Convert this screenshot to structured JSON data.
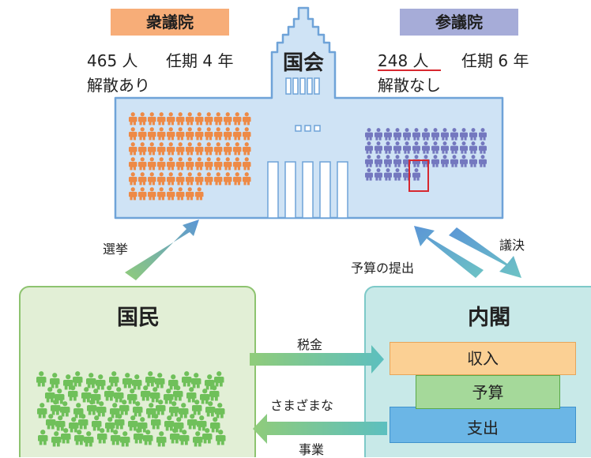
{
  "diet": {
    "title": "国会",
    "lower_house": {
      "name": "衆議院",
      "seats": "465 人",
      "term": "任期 4 年",
      "dissolution": "解散あり",
      "badge_color": "#f7ad78",
      "figure_color": "#ee8a46"
    },
    "upper_house": {
      "name": "参議院",
      "seats": "248 人",
      "term": "任期 6 年",
      "dissolution": "解散なし",
      "badge_color": "#a6acd8",
      "figure_color": "#7478bf",
      "highlight_color": "#d7282f"
    }
  },
  "citizens": {
    "title": "国民",
    "figure_color": "#6fc05a"
  },
  "cabinet": {
    "title": "内閣",
    "revenue": "収入",
    "budget": "予算",
    "expenditure": "支出"
  },
  "arrows": {
    "election": "選挙",
    "budget_submission": "予算の提出",
    "resolution": "議決",
    "tax": "税金",
    "services_line1": "さまざまな",
    "services_line2": "事業"
  },
  "colors": {
    "building_fill": "#cfe3f5",
    "building_stroke": "#6fa3d8",
    "citizens_fill": "#e2efd6",
    "citizens_stroke": "#8dc36f",
    "cabinet_fill": "#c8e9e8",
    "cabinet_stroke": "#7dc9c8",
    "revenue_fill": "#fbd094",
    "budget_fill": "#a5d99a",
    "expenditure_fill": "#6bb6e6"
  }
}
